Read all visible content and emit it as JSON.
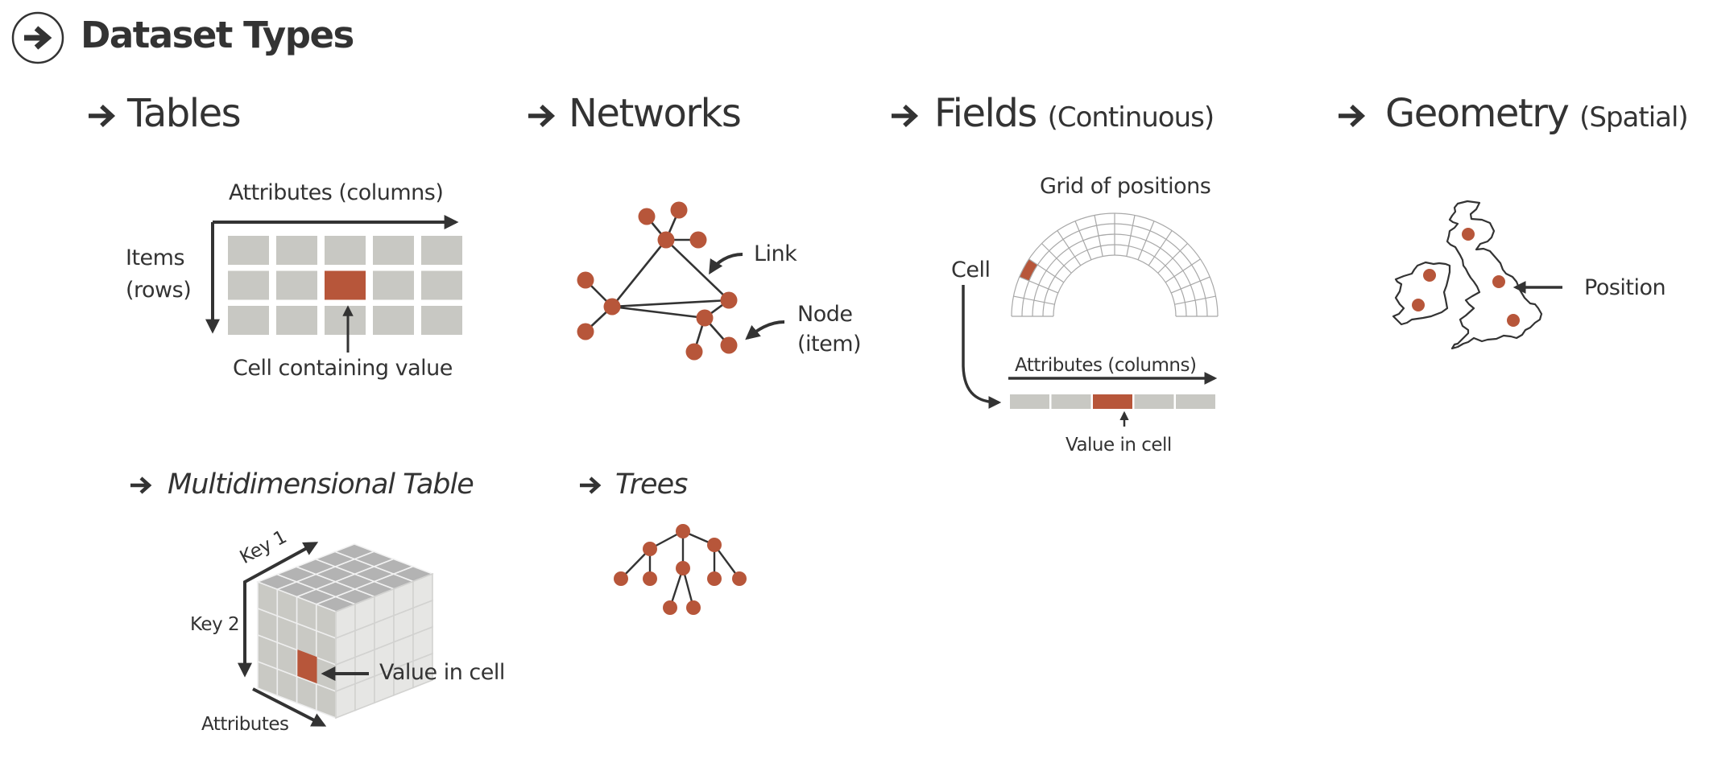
{
  "page": {
    "title": "Dataset Types",
    "title_icon": "circled-arrow-right-icon",
    "colors": {
      "text": "#333333",
      "accent": "#b7563a",
      "cell": "#c8c8c3",
      "grid_line": "#a8a8a8",
      "cube_top": "#b3b3b3",
      "cube_left": "#c9c9c4",
      "cube_right": "#e6e6e4"
    }
  },
  "sections": {
    "tables": {
      "arrow_icon": "arrow-right-icon",
      "title": "Tables",
      "columns_label": "Attributes (columns)",
      "rows_label_line1": "Items",
      "rows_label_line2": "(rows)",
      "cell_label": "Cell containing value",
      "grid": {
        "rows": 3,
        "cols": 5,
        "highlight": {
          "row": 2,
          "col": 3
        }
      }
    },
    "networks": {
      "arrow_icon": "arrow-right-icon",
      "title": "Networks",
      "link_label": "Link",
      "node_label_line1": "Node",
      "node_label_line2": "(item)"
    },
    "fields": {
      "arrow_icon": "arrow-right-icon",
      "title": "Fields",
      "subtitle": "(Continuous)",
      "grid_label": "Grid of positions",
      "cell_label": "Cell",
      "columns_label": "Attributes (columns)",
      "value_label": "Value in cell",
      "arch": {
        "rings": 4,
        "segments": 16,
        "highlight": {
          "ring": 4,
          "segment": 3
        }
      },
      "bar": {
        "cells": 5,
        "highlight": 3
      }
    },
    "geometry": {
      "arrow_icon": "arrow-right-icon",
      "title": "Geometry",
      "subtitle": "(Spatial)",
      "position_label": "Position",
      "map_icon": "british-isles-map-icon"
    },
    "multidimensional": {
      "arrow_icon": "arrow-right-icon",
      "title": "Multidimensional Table",
      "key1_label": "Key 1",
      "key2_label": "Key 2",
      "attributes_label": "Attributes",
      "value_label": "Value in cell"
    },
    "trees": {
      "arrow_icon": "arrow-right-icon",
      "title": "Trees"
    }
  }
}
